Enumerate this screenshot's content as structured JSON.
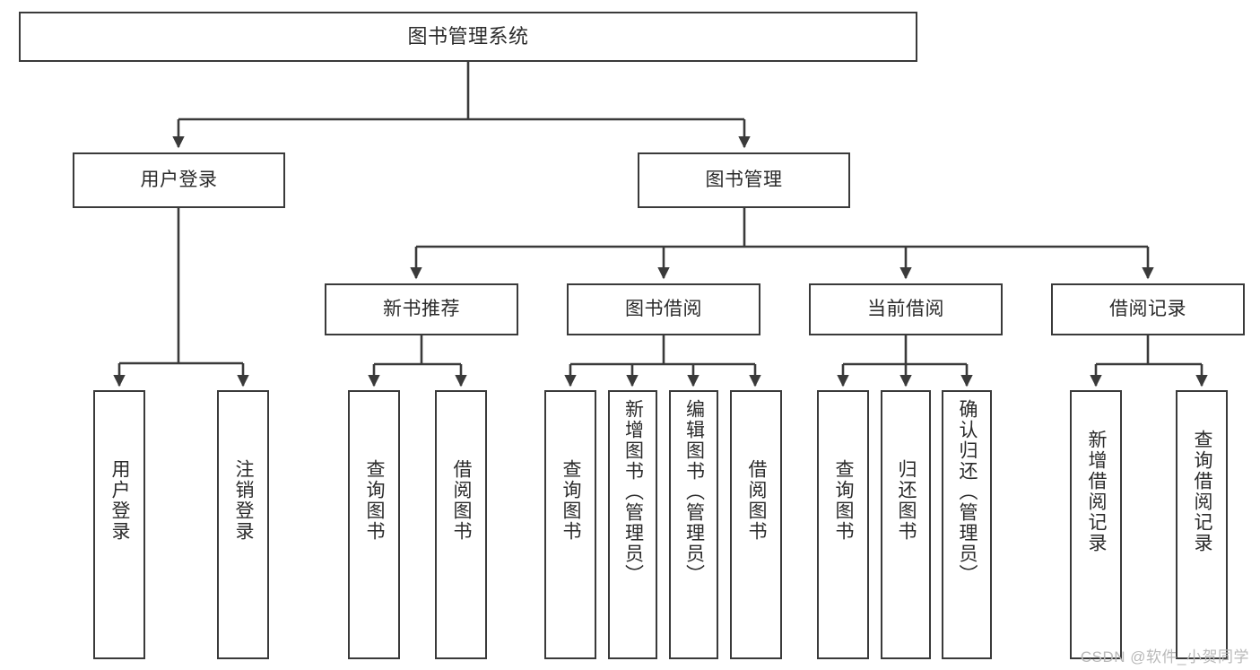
{
  "diagram": {
    "title": "图书管理系统",
    "type": "tree-hierarchy-diagram",
    "colors": {
      "box_border": "#3a3a3a",
      "box_fill": "#ffffff",
      "edge": "#3a3a3a",
      "text": "#2b2b2b",
      "watermark": "#b9b9b9",
      "background": "#ffffff"
    },
    "root": {
      "label": "图书管理系统"
    },
    "level2": [
      {
        "label": "用户登录"
      },
      {
        "label": "图书管理"
      }
    ],
    "level3": [
      {
        "label": "新书推荐"
      },
      {
        "label": "图书借阅"
      },
      {
        "label": "当前借阅"
      },
      {
        "label": "借阅记录"
      }
    ],
    "leaves": {
      "user_login": [
        {
          "label": "用户登录"
        },
        {
          "label": "注销登录"
        }
      ],
      "new_book_recommend": [
        {
          "label": "查询图书"
        },
        {
          "label": "借阅图书"
        }
      ],
      "book_borrow": [
        {
          "label": "查询图书"
        },
        {
          "label": "新增图书（管理员）"
        },
        {
          "label": "编辑图书（管理员）"
        },
        {
          "label": "借阅图书"
        }
      ],
      "current_borrow": [
        {
          "label": "查询图书"
        },
        {
          "label": "归还图书"
        },
        {
          "label": "确认归还（管理员）"
        }
      ],
      "borrow_record": [
        {
          "label": "新增借阅记录"
        },
        {
          "label": "查询借阅记录"
        }
      ]
    },
    "watermark": "CSDN @软件_小贺同学"
  }
}
